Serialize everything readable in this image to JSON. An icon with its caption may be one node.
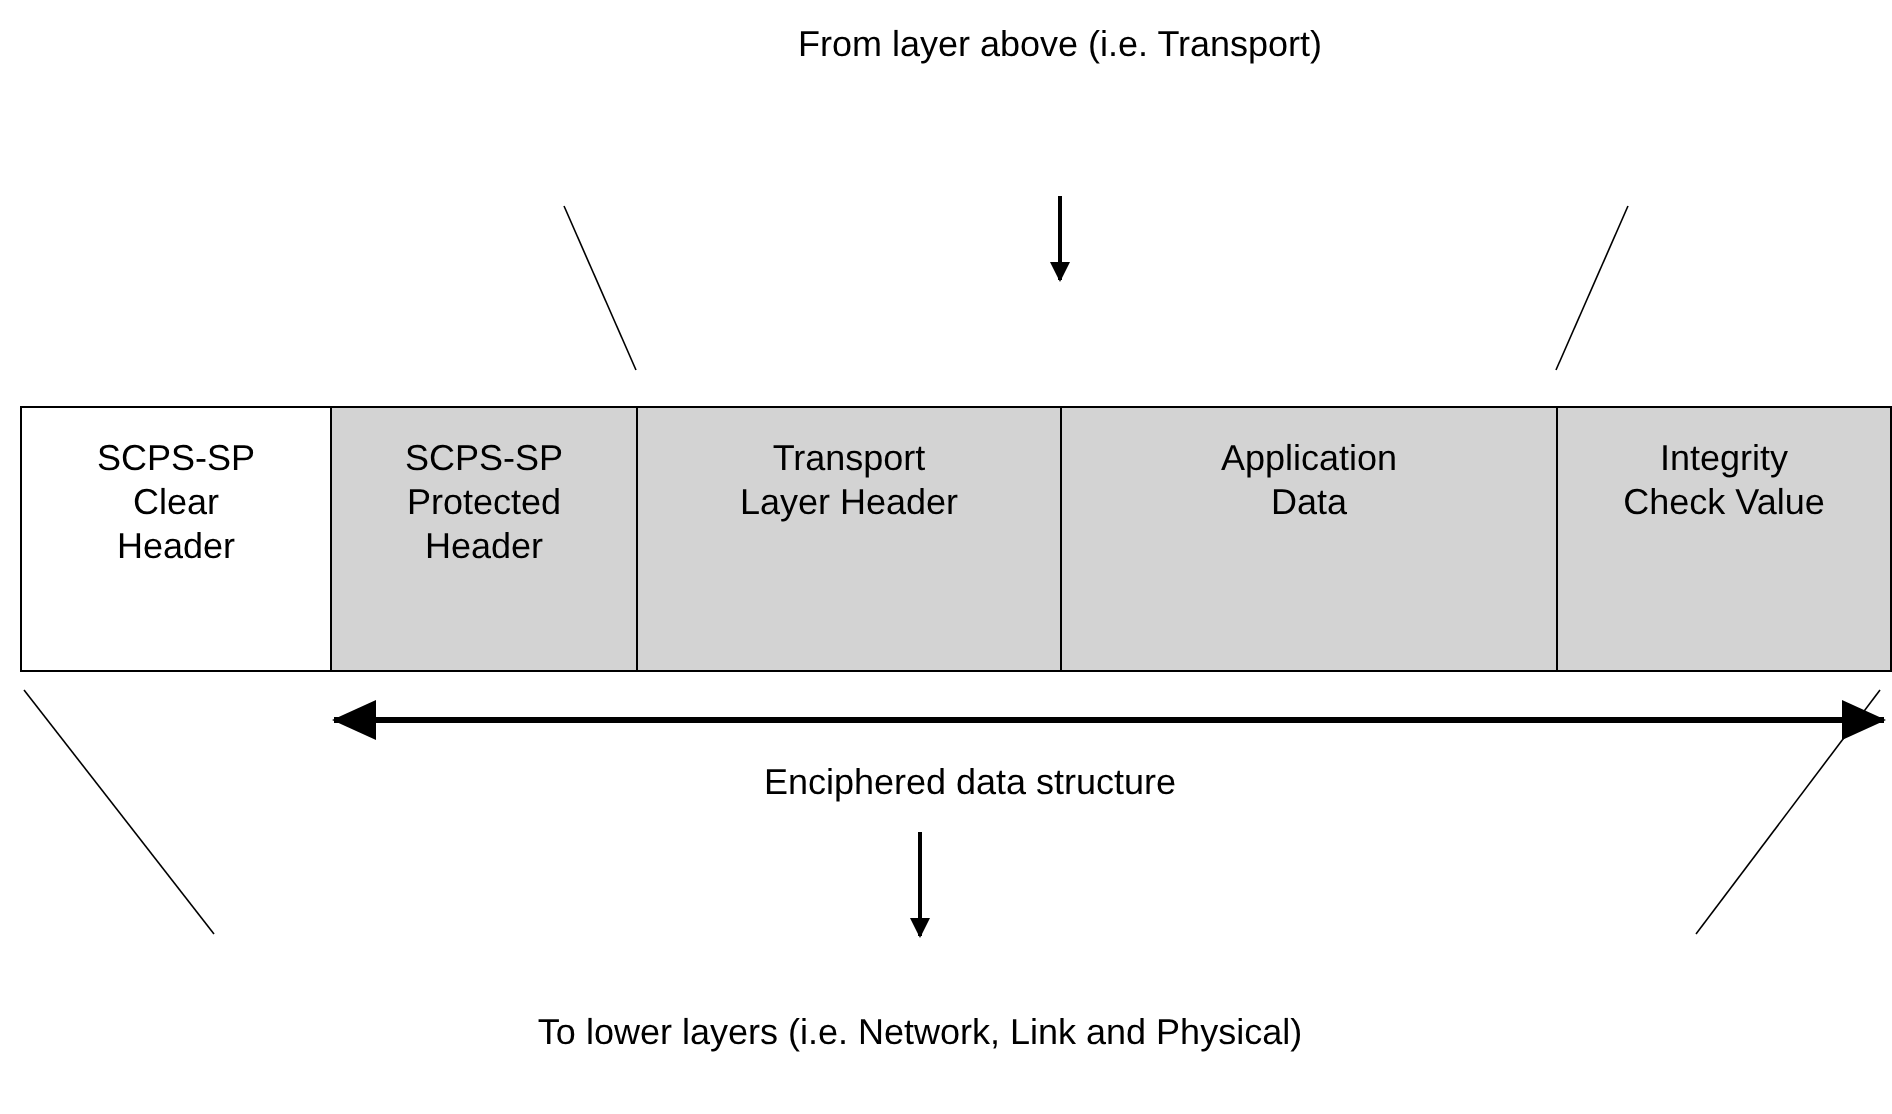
{
  "diagram": {
    "nodes": [
      {
        "text": [
          "SCPS-SP Clear Header"
        ]
      },
      {
        "text": [
          "SCPS-SP Protected Header"
        ]
      },
      {
        "text": [
          "Transport Layer Header"
        ]
      },
      {
        "text": [
          "Application Data"
        ]
      },
      {
        "text": [
          "Integrity Check Value"
        ]
      }
    ],
    "edges": [
      {
        "from": 1,
        "to": 4,
        "arrow": "both"
      }
    ],
    "labels": [
      "From layer above (i.e. Transport)",
      "Enciphered data structure",
      "To lower layers (i.e. Network, Link and Physical)"
    ]
  }
}
